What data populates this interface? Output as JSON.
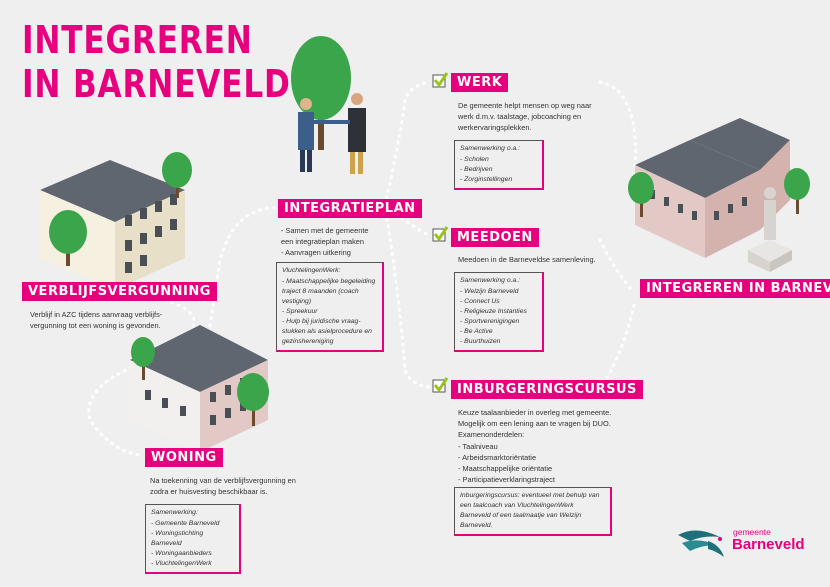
{
  "title": {
    "line1": "INTEGREREN",
    "line2": "IN BARNEVELD"
  },
  "verblijf": {
    "label": "VERBLIJFSVERGUNNING",
    "text": "Verblijf in AZC tijdens aanvraag verblijfs-vergunning tot een woning is gevonden."
  },
  "woning": {
    "label": "WONING",
    "text": "Na toekenning van de verblijfsvergunning en zodra er huisvesting beschikbaar is.",
    "box_header": "Samenwerking:",
    "box_items": [
      "Gemeente Barneveld",
      "Woningstichting Barneveld",
      "Woningaanbieders",
      "VluchtelingenWerk"
    ]
  },
  "integratieplan": {
    "label": "INTEGRATIEPLAN",
    "items": [
      "Samen met de gemeente een integratieplan maken",
      "Aanvragen uitkering"
    ],
    "box_header": "VluchtelingenWerk:",
    "box_items": [
      "Maatschappelijke begeleiding traject 8 maanden (coach vestiging)",
      "Spreekuur",
      "Hulp bij juridische vraag-stukken als asielprocedure en gezinshereniging"
    ]
  },
  "werk": {
    "label": "WERK",
    "text": "De gemeente helpt mensen op weg naar werk d.m.v. taalstage, jobcoaching en werkervaringsplekken.",
    "box_header": "Samenwerking o.a.:",
    "box_items": [
      "Scholen",
      "Bedrijven",
      "Zorginstellingen"
    ]
  },
  "meedoen": {
    "label": "MEEDOEN",
    "text": "Meedoen in de Barneveldse samenleving.",
    "box_header": "Samenwerking o.a.:",
    "box_items": [
      "Welzijn Barneveld",
      "Connect Us",
      "Religieuze Instanties",
      "Sportverenigingen",
      "Be Active",
      "Buurthuizen"
    ]
  },
  "inburgering": {
    "label": "INBURGERINGSCURSUS",
    "text": "Keuze taalaanbieder in overleg met gemeente. Mogelijk om een lening aan te vragen bij DUO. Examenonderdelen:",
    "items": [
      "Taalniveau",
      "Arbeidsmarktoriëntatie",
      "Maatschappelijke oriëntatie",
      "Participatieverklaringstraject"
    ],
    "box_text": "Inburgeringscursus: eventueel met behulp van een taalcoach van VluchtelingenWerk Barneveld of een taalmaatje van Welzijn Barneveld."
  },
  "final": {
    "label": "INTEGREREN IN BARNEVELD"
  },
  "logo": {
    "small": "gemeente",
    "big": "Barneveld"
  },
  "colors": {
    "accent": "#e6007e",
    "check": "#9bc31c",
    "tree": "#3aa54a",
    "background": "#efefef"
  }
}
